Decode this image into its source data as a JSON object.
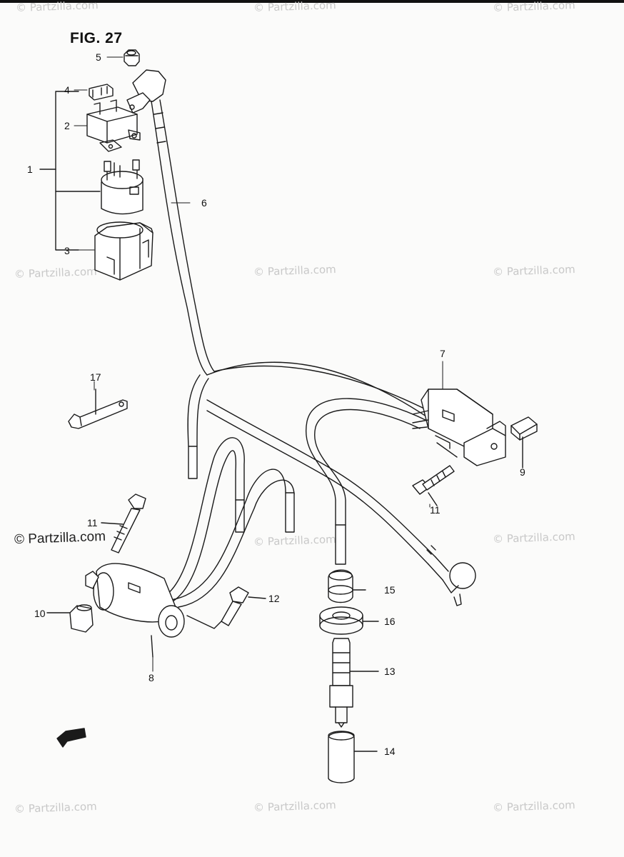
{
  "figure": {
    "title": "FIG. 27"
  },
  "watermark": {
    "text": "© Partzilla.com",
    "emphasized": "© Partzilla.com"
  },
  "callouts": {
    "p1": "1",
    "p2": "2",
    "p3": "3",
    "p4": "4",
    "p5": "5",
    "p6": "6",
    "p7": "7",
    "p8": "8",
    "p9": "9",
    "p10": "10",
    "p11a": "11",
    "p11b": "11",
    "p12": "12",
    "p13": "13",
    "p14": "14",
    "p15": "15",
    "p16": "16",
    "p17": "17"
  },
  "colors": {
    "ink": "#1a1a1a",
    "watermark": "#c8c8c8",
    "paper": "#fbfbfa"
  }
}
